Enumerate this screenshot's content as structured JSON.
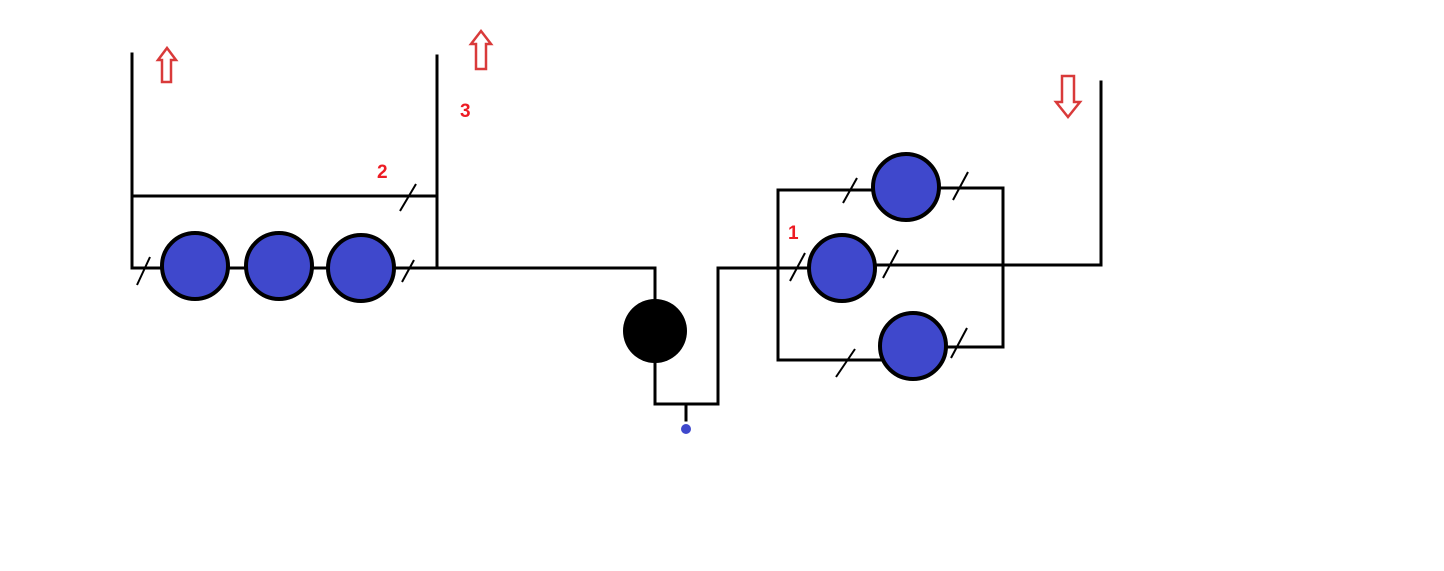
{
  "labels": {
    "one": "1",
    "two": "2",
    "three": "3"
  },
  "arrows": [
    {
      "name": "left-up-arrow",
      "direction": "up"
    },
    {
      "name": "middle-up-arrow",
      "direction": "up"
    },
    {
      "name": "right-down-arrow",
      "direction": "down"
    }
  ],
  "components": {
    "series_bulbs": 3,
    "parallel_bulbs": 3,
    "source": "black-circle",
    "ground_dot": "blue-dot"
  },
  "colors": {
    "bulb_fill": "#3f48cc",
    "source_fill": "#000000",
    "label_color": "#ed1c24",
    "arrow_color": "#d93a3a",
    "ground_dot": "#3f48cc",
    "wire": "#000000"
  }
}
